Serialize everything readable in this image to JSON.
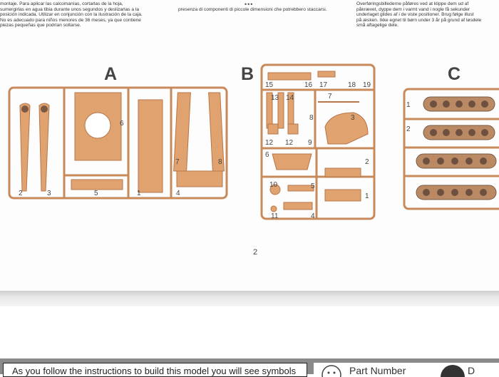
{
  "page_top": {
    "col1": "montaje. Para aplicar las calcomanías, cortarlas de la hoja,\nsumergirlas en agua tibia durante unos segundos y deslizarlas a la\nposición indicada. Utilizar en conjunción con la ilustración de la caja.\nNo es adecuado para niños menores de 36 meses, ya que contiene\npiezas pequeñas que podrían soltarse.",
    "col2": "presenza di componenti di piccole dimensioni che potrebbero staccarsi.",
    "col3": "Overføringsbillederne påføres ved at klippe dem ud af\npåkrævet, dyppe dem i varmt vand i nogle få sekunder\nunderlaget glides af i de viste positioner. Brug følge illust\npå æsken. Ikke egnet til børn under 3 år på grund af løsdele\nsmå aftagelige dele.",
    "handle": "•••"
  },
  "sprues": {
    "A": {
      "letter": "A",
      "numbers": [
        "6",
        "2",
        "3",
        "5",
        "1",
        "7",
        "8",
        "4"
      ]
    },
    "B": {
      "letter": "B",
      "numbers": [
        "15",
        "16",
        "17",
        "18",
        "19",
        "13",
        "14",
        "7",
        "8",
        "3",
        "12",
        "12",
        "9",
        "6",
        "2",
        "10",
        "5",
        "1",
        "11",
        "4"
      ]
    },
    "C": {
      "letter": "C",
      "numbers": [
        "1",
        "2"
      ]
    }
  },
  "page_number": "2",
  "page_bottom": {
    "notice": "As you follow the instructions to build this model you will see symbols",
    "legend_label": "Part Number",
    "legend_label2": "D"
  },
  "colors": {
    "plastic": "#e0a26e",
    "plastic_dark": "#b9764a",
    "track": "#7a5a44"
  }
}
